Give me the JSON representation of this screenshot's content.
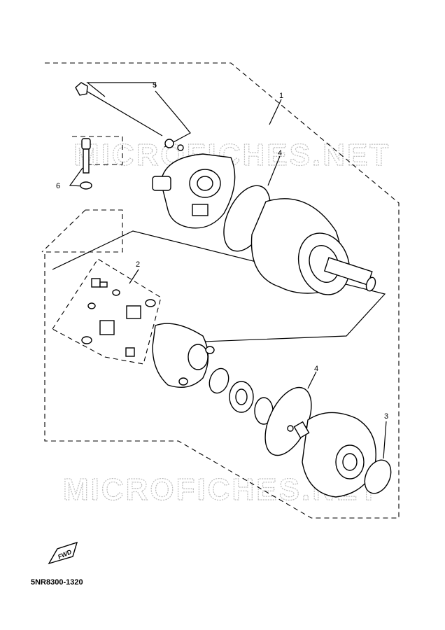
{
  "diagram": {
    "callouts": [
      {
        "id": "1",
        "label": "1"
      },
      {
        "id": "2",
        "label": "2"
      },
      {
        "id": "3",
        "label": "3"
      },
      {
        "id": "4a",
        "label": "4"
      },
      {
        "id": "4b",
        "label": "4"
      },
      {
        "id": "5",
        "label": "5"
      },
      {
        "id": "6",
        "label": "6"
      }
    ],
    "fwd_label": "FWD",
    "part_code": "5NR8300-1320",
    "watermark": "MICROFICHES.NET"
  },
  "colors": {
    "line": "#000000",
    "watermark": "#bdbdbd",
    "background": "#ffffff"
  }
}
